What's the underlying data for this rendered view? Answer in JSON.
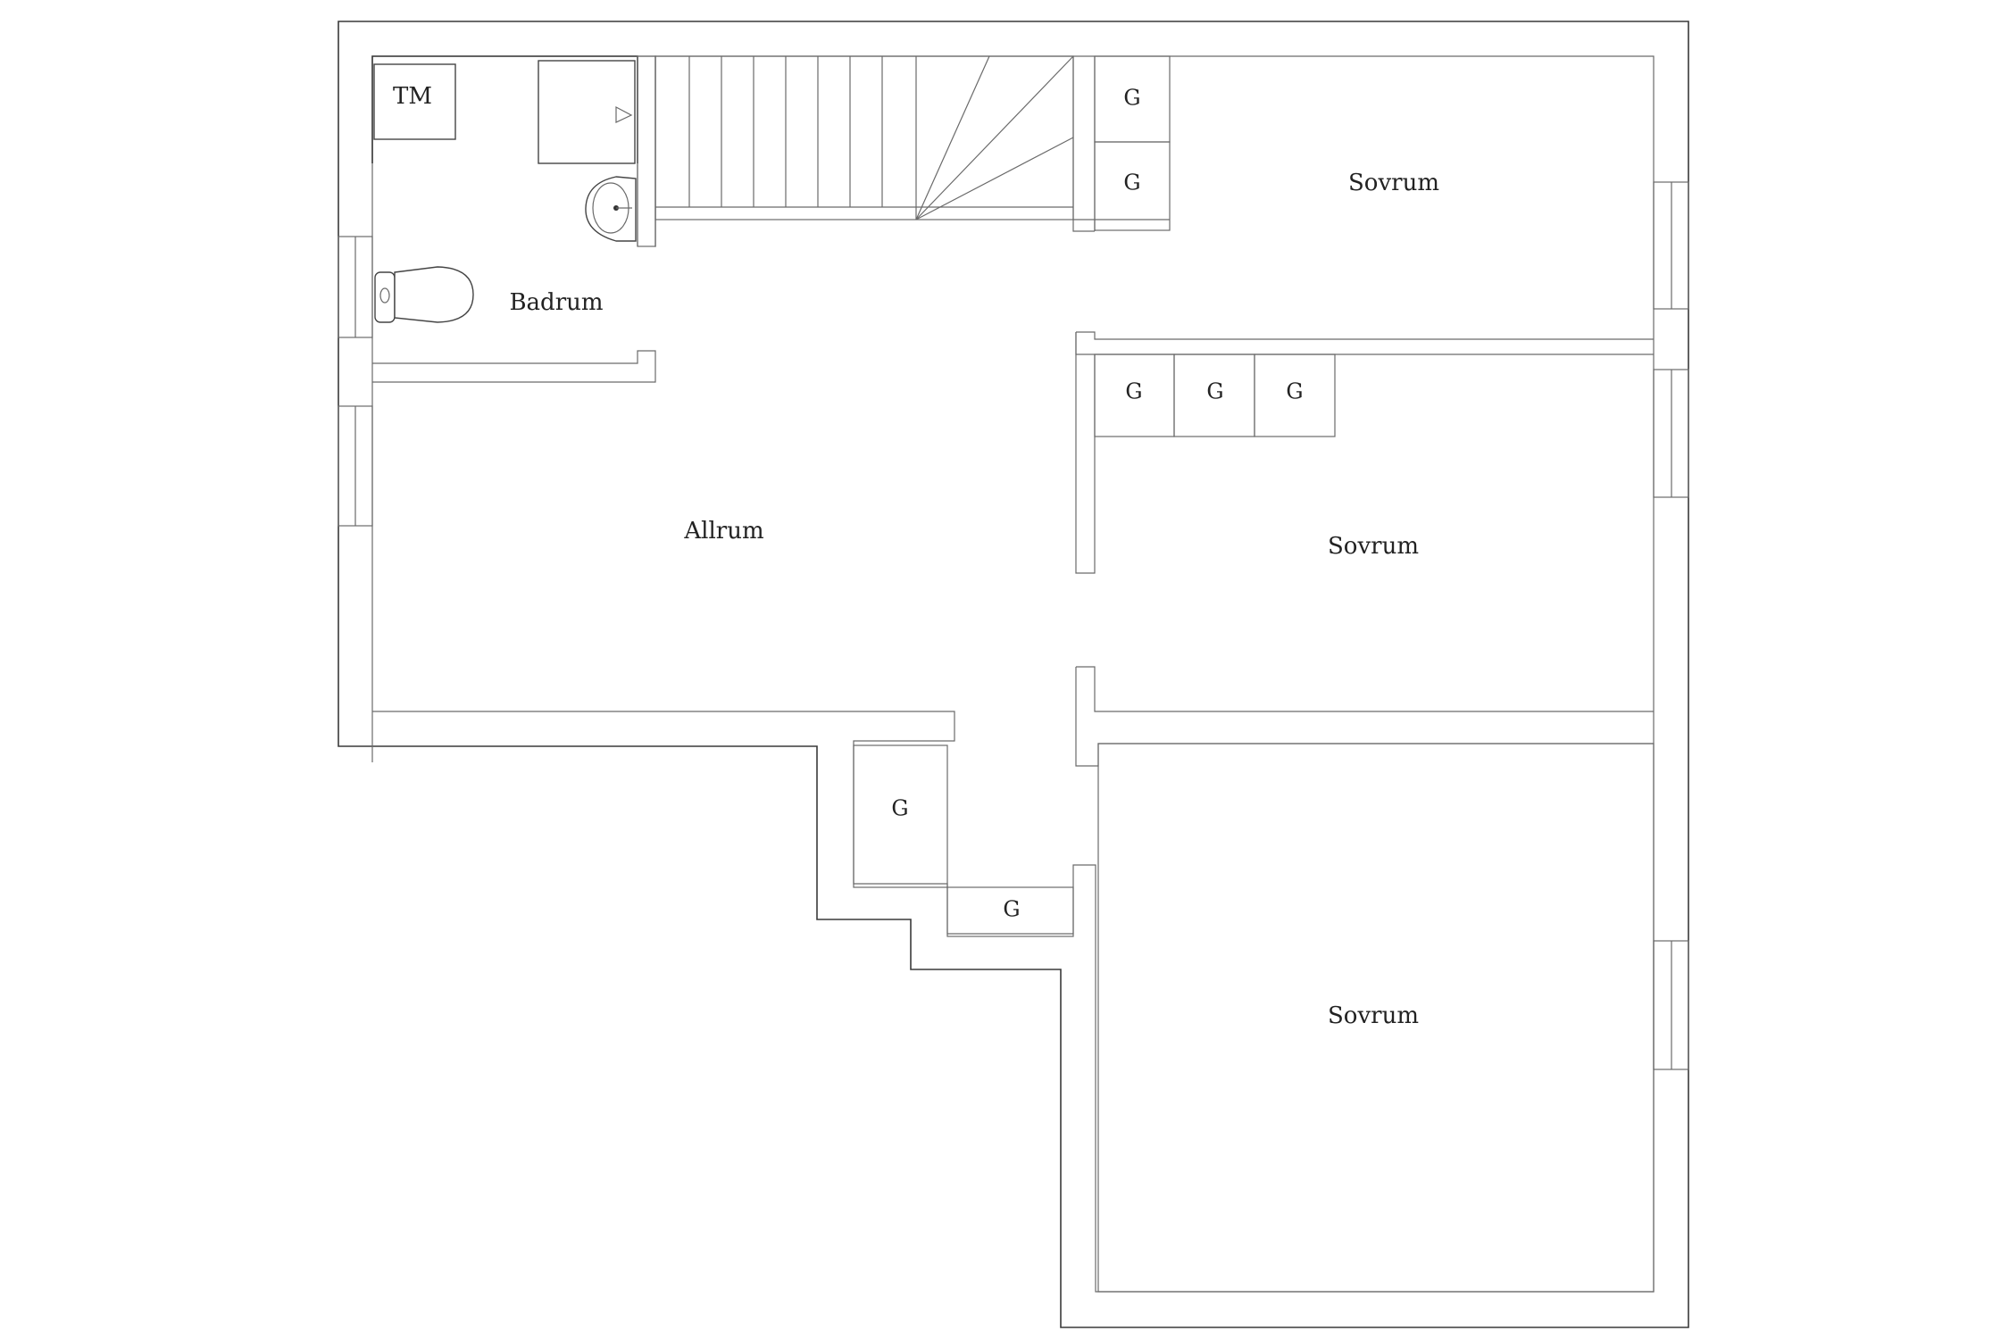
{
  "rooms": {
    "badrum": "Badrum",
    "allrum": "Allrum",
    "sovrum_1": "Sovrum",
    "sovrum_2": "Sovrum",
    "sovrum_3": "Sovrum"
  },
  "fixtures": {
    "tm": "TM"
  },
  "closets": {
    "label": "G"
  }
}
